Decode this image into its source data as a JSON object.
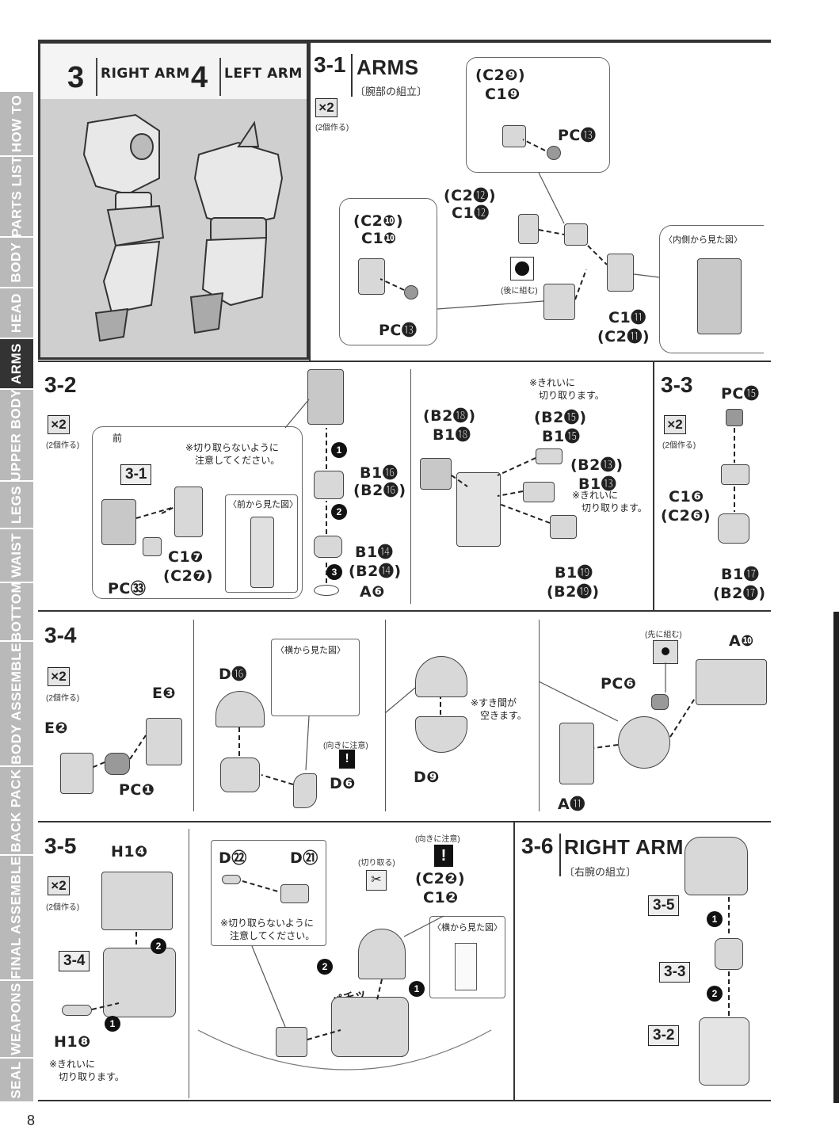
{
  "side_tabs": [
    {
      "label": "HOW TO",
      "active": false
    },
    {
      "label": "PARTS LIST",
      "active": false
    },
    {
      "label": "BODY",
      "active": false
    },
    {
      "label": "HEAD",
      "active": false
    },
    {
      "label": "ARMS",
      "active": true
    },
    {
      "label": "UPPER BODY",
      "active": false
    },
    {
      "label": "LEGS",
      "active": false
    },
    {
      "label": "WAIST",
      "active": false
    },
    {
      "label": "BOTTOM",
      "active": false
    },
    {
      "label": "BODY ASSEMBLE",
      "active": false
    },
    {
      "label": "BACK PACK",
      "active": false
    },
    {
      "label": "FINAL ASSEMBLE",
      "active": false
    },
    {
      "label": "WEAPONS",
      "active": false
    },
    {
      "label": "SEAL",
      "active": false
    }
  ],
  "header": {
    "num3": "3",
    "title3": "RIGHT ARM",
    "num4": "4",
    "title4": "LEFT ARM"
  },
  "s31": {
    "num": "3-1",
    "title": "ARMS",
    "title_jp": "〔腕部の組立〕",
    "mult": "×2",
    "mult_jp": "(2個作る)",
    "c2_9": "(C2❾)",
    "c1_9": "C1❾",
    "pc13a": "PC⓭",
    "c2_12": "(C2⓬)",
    "c1_12": "C1⓬",
    "c2_10": "(C2❿)",
    "c1_10": "C1❿",
    "pc13b": "PC⓭",
    "later": "(後に組む)",
    "inside": "〈内側から見た図〉",
    "c1_11": "C1⓫",
    "c2_11": "(C2⓫)"
  },
  "s32": {
    "num": "3-2",
    "mult": "×2",
    "mult_jp": "(2個作る)",
    "front": "前",
    "ref": "3-1",
    "note1": "※切り取らないように",
    "note2": "注意してください。",
    "frontview": "〈前から見た図〉",
    "c1_7": "C1❼",
    "c2_7": "(C2❼)",
    "pc33": "PC㉝",
    "b1_16": "B1⓰",
    "b2_16": "(B2⓰)",
    "b1_14": "B1⓮",
    "b2_14": "(B2⓮)",
    "a6": "A❻",
    "clean1": "※きれいに",
    "clean2": "切り取ります。",
    "b2_18": "(B2⓲)",
    "b1_18": "B1⓲",
    "b2_15": "(B2⓯)",
    "b1_15": "B1⓯",
    "b2_13": "(B2⓭)",
    "b1_13": "B1⓭",
    "clean3": "※きれいに",
    "clean4": "切り取ります。",
    "b1_19": "B1⓳",
    "b2_19": "(B2⓳)"
  },
  "s33": {
    "num": "3-3",
    "mult": "×2",
    "mult_jp": "(2個作る)",
    "pc15": "PC⓯",
    "c1_6": "C1❻",
    "c2_6": "(C2❻)",
    "b1_17": "B1⓱",
    "b2_17": "(B2⓱)"
  },
  "s34": {
    "num": "3-4",
    "mult": "×2",
    "mult_jp": "(2個作る)",
    "e3": "E❸",
    "e2": "E❷",
    "pc1": "PC❶",
    "d16": "D⓰",
    "sideview": "〈横から見た図〉",
    "orient": "(向きに注意)",
    "d6": "D❻",
    "gap1": "※すき間が",
    "gap2": "空きます。",
    "d9": "D❾",
    "first": "(先に組む)",
    "a10": "A❿",
    "pc6": "PC❻",
    "a11": "A⓫"
  },
  "s35": {
    "num": "3-5",
    "mult": "×2",
    "mult_jp": "(2個作る)",
    "h14": "H1❹",
    "ref34": "3-4",
    "h18": "H1❽",
    "clean1": "※きれいに",
    "clean2": "切り取ります。",
    "d22": "D㉒",
    "d21": "D㉑",
    "note1": "※切り取らないように",
    "note2": "注意してください。",
    "orient": "(向きに注意)",
    "cut": "(切り取る)",
    "c2_2": "(C2❷)",
    "c1_2": "C1❷",
    "sideview": "〈横から見た図〉",
    "snap": "パチッ"
  },
  "s36": {
    "num": "3-6",
    "title": "RIGHT ARM",
    "title_jp": "〔右腕の組立〕",
    "ref35": "3-5",
    "ref33": "3-3",
    "ref32": "3-2"
  },
  "page_number": "8"
}
